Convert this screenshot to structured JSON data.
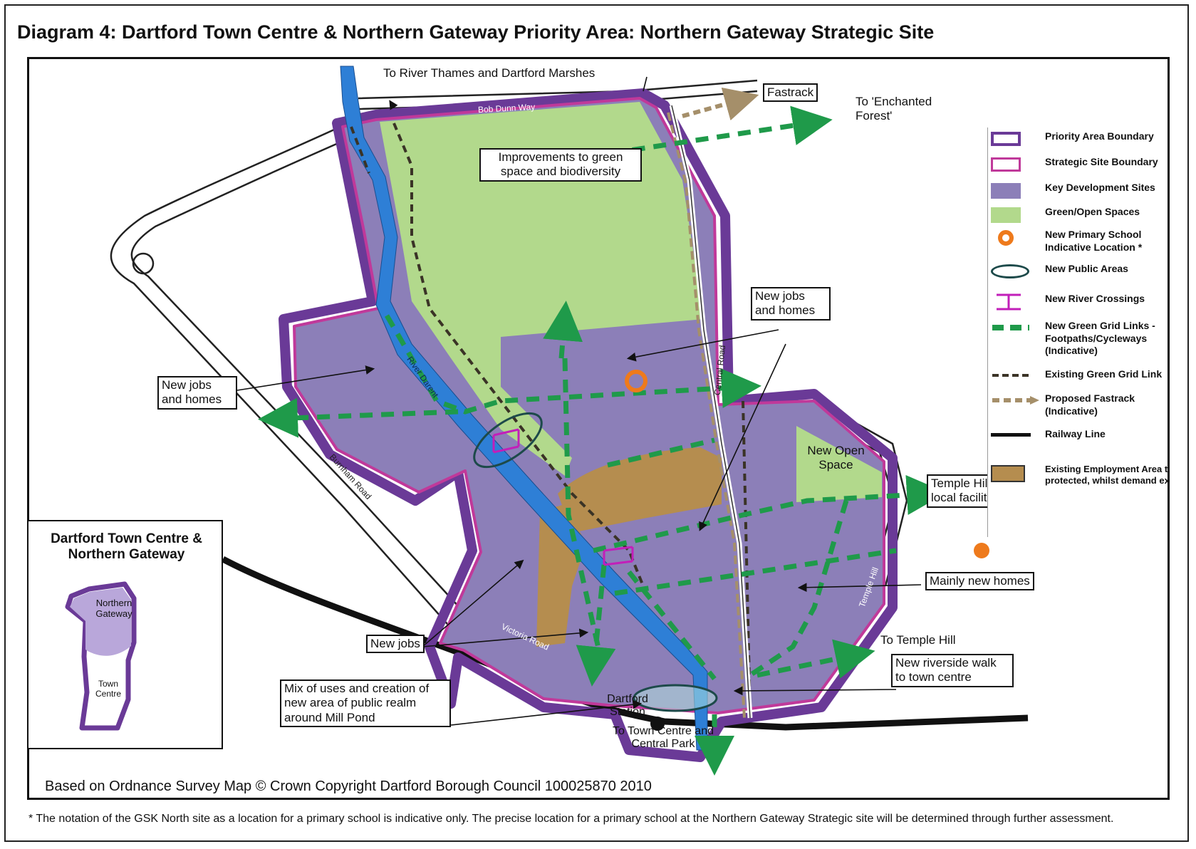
{
  "title": "Diagram 4: Dartford Town Centre & Northern Gateway Priority Area: Northern Gateway Strategic Site",
  "roads": {
    "bob_dunn_way": "Bob Dunn Way",
    "victoria_road": "Victoria Road",
    "temple_hill": "Temple Hill",
    "central_road": "Central Road",
    "river_darent": "River Darent",
    "west_road": "Burnham Road"
  },
  "labels": {
    "to_thames": "To River Thames and Dartford Marshes",
    "fastrack": "Fastrack",
    "to_forest": "To 'Enchanted Forest'",
    "improvements": "Improvements to green space and biodiversity",
    "new_jobs_homes_center": "New jobs and homes",
    "new_jobs_homes_west": "New jobs and homes",
    "new_open_space": "New Open Space",
    "temple_hill_square": "Temple Hill Square local facilities",
    "mainly_new_homes": "Mainly new homes",
    "new_jobs": "New jobs",
    "to_temple_hill": "To Temple Hill",
    "riverside_walk": "New riverside walk to town centre",
    "mill_pond": "Mix of uses and creation of new area of public realm around Mill Pond",
    "dartford_station": "Dartford Station",
    "to_town_centre": "To Town Centre and Central Park"
  },
  "legend": [
    {
      "icon": "priority-boundary-swatch",
      "label": "Priority Area Boundary"
    },
    {
      "icon": "strategic-boundary-swatch",
      "label": "Strategic Site Boundary"
    },
    {
      "icon": "key-development-swatch",
      "label": "Key Development Sites"
    },
    {
      "icon": "green-space-swatch",
      "label": "Green/Open Spaces"
    },
    {
      "icon": "school-ring-icon",
      "label": "New Primary School Indicative Location *"
    },
    {
      "icon": "public-area-ellipse-icon",
      "label": "New Public Areas"
    },
    {
      "icon": "river-crossing-icon",
      "label": "New River Crossings"
    },
    {
      "icon": "green-link-dash-icon",
      "label": "New Green Grid Links - Footpaths/Cycleways (Indicative)"
    },
    {
      "icon": "existing-link-dash-icon",
      "label": "Existing Green Grid Link"
    },
    {
      "icon": "fastrack-arrow-icon",
      "label": "Proposed Fastrack (Indicative)"
    },
    {
      "icon": "railway-line-icon",
      "label": "Railway Line"
    },
    {
      "icon": "employment-swatch",
      "label": "Existing Employment Area to be protected, whilst demand exists"
    }
  ],
  "inset": {
    "title": "Dartford Town Centre & Northern Gateway",
    "north": "Northern Gateway",
    "town": "Town Centre"
  },
  "colors": {
    "development": "#8c7fb8",
    "boundary": "#6a3a97",
    "strategic": "#c0399a",
    "green": "#b2d98c",
    "river": "#2e7fd6",
    "employment": "#b58d4f",
    "greenlink": "#1f9a4a",
    "school": "#ee7a1c"
  },
  "copyright": "Based on Ordnance Survey Map © Crown Copyright Dartford Borough Council 100025870 2010",
  "footnote": "* The notation of the GSK North site as a location for a primary school is indicative only. The precise location for a primary school at the Northern Gateway Strategic site will be determined through further assessment."
}
